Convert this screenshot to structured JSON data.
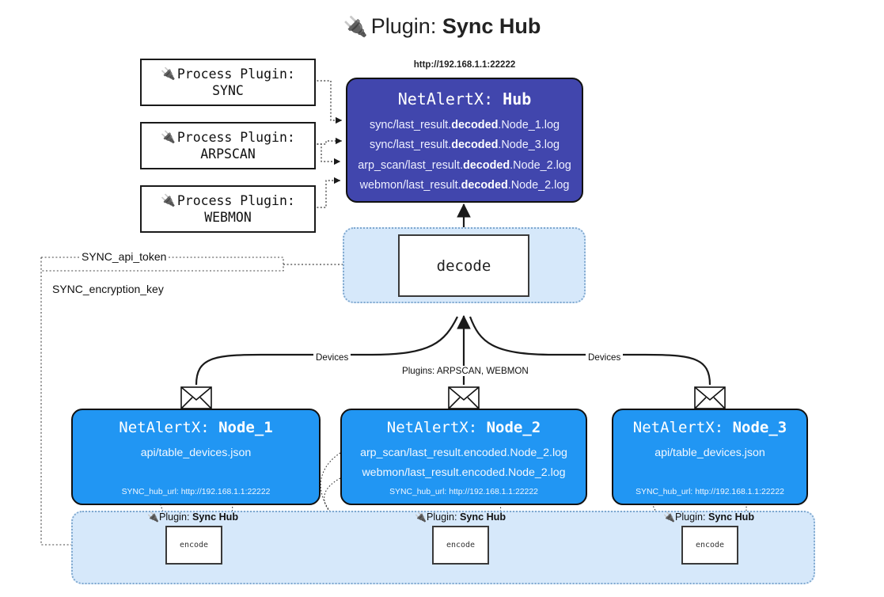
{
  "title": {
    "icon": "plug-icon",
    "icon_glyph": "🔌",
    "prefix": "Plugin:",
    "name": "Sync Hub"
  },
  "process_plugins": [
    {
      "icon_glyph": "🔌",
      "label": "Process Plugin:",
      "name": "SYNC"
    },
    {
      "icon_glyph": "🔌",
      "label": "Process Plugin:",
      "name": "ARPSCAN"
    },
    {
      "icon_glyph": "🔌",
      "label": "Process Plugin:",
      "name": "WEBMON"
    }
  ],
  "hub": {
    "address": "http://192.168.1.1:22222",
    "prefix": "NetAlertX:",
    "name": "Hub",
    "logs": [
      {
        "pre": "sync/last_result.",
        "strong": "decoded",
        "post": ".Node_1.log"
      },
      {
        "pre": "sync/last_result.",
        "strong": "decoded",
        "post": ".Node_3.log"
      },
      {
        "pre": "arp_scan/last_result.",
        "strong": "decoded",
        "post": ".Node_2.log"
      },
      {
        "pre": "webmon/last_result.",
        "strong": "decoded",
        "post": ".Node_2.log"
      }
    ]
  },
  "decode": {
    "label": "decode"
  },
  "settings": {
    "api_token": "SYNC_api_token",
    "encryption_key": "SYNC_encryption_key"
  },
  "wire_labels": {
    "devices_left": "Devices",
    "devices_right": "Devices",
    "plugins_center": "Plugins: ARPSCAN, WEBMON"
  },
  "nodes": [
    {
      "prefix": "NetAlertX:",
      "name": "Node_1",
      "lines": [
        "api/table_devices.json"
      ],
      "hub_url": "SYNC_hub_url: http://192.168.1.1:22222"
    },
    {
      "prefix": "NetAlertX:",
      "name": "Node_2",
      "lines": [
        "arp_scan/last_result.encoded.Node_2.log",
        "webmon/last_result.encoded.Node_2.log"
      ],
      "hub_url": "SYNC_hub_url: http://192.168.1.1:22222"
    },
    {
      "prefix": "NetAlertX:",
      "name": "Node_3",
      "lines": [
        "api/table_devices.json"
      ],
      "hub_url": "SYNC_hub_url: http://192.168.1.1:22222"
    }
  ],
  "sync_plugins": [
    {
      "icon_glyph": "🔌",
      "prefix": "Plugin:",
      "name": "Sync Hub",
      "encode": "encode"
    },
    {
      "icon_glyph": "🔌",
      "prefix": "Plugin:",
      "name": "Sync Hub",
      "encode": "encode"
    },
    {
      "icon_glyph": "🔌",
      "prefix": "Plugin:",
      "name": "Sync Hub",
      "encode": "encode"
    }
  ],
  "colors": {
    "hub_bg": "#4146ad",
    "node_bg": "#2196f3",
    "band_bg": "#d6e8fa",
    "band_border": "#7fa8cf",
    "stroke": "#1a1a1a"
  }
}
